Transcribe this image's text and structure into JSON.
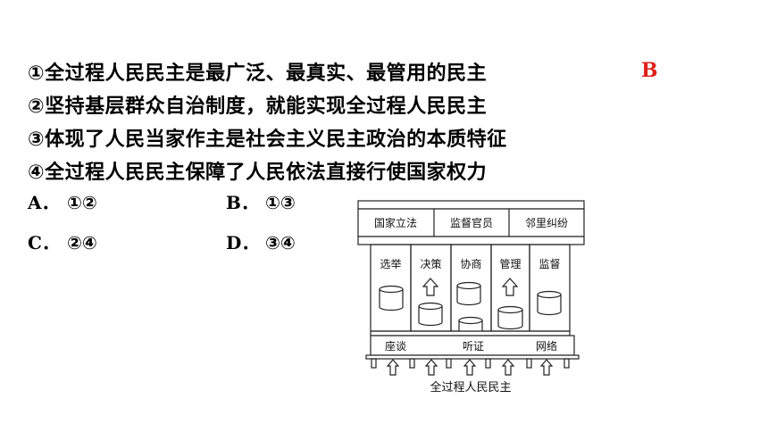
{
  "question": {
    "answer": "B",
    "statements": [
      "①全过程人民民主是最广泛、最真实、最管用的民主",
      "②坚持基层群众自治制度，就能实现全过程人民民主",
      "③体现了人民当家作主是社会主义民主政治的本质特征",
      "④全过程人民民主保障了人民依法直接行使国家权力"
    ],
    "options": [
      {
        "letter": "A．",
        "text": "①②"
      },
      {
        "letter": "B．",
        "text": "①③"
      },
      {
        "letter": "C．",
        "text": "②④"
      },
      {
        "letter": "D．",
        "text": "③④"
      }
    ]
  },
  "diagram": {
    "roof": [
      "国家立法",
      "监督官员",
      "邻里纠纷"
    ],
    "pillars": [
      "选举",
      "决策",
      "协商",
      "管理",
      "监督"
    ],
    "base": [
      "座谈",
      "听证",
      "网络"
    ],
    "caption": "全过程人民民主"
  }
}
